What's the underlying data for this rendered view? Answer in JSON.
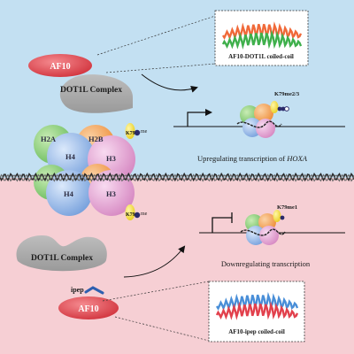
{
  "top_panel": {
    "af10_label": "AF10",
    "complex_label": "DOT1L Complex",
    "coil_caption": "AF10-DOT1L coiled-coil",
    "mark_label": "K79me2/3",
    "transcription_prefix": "Upregulating transcription of ",
    "transcription_gene": "HOXA"
  },
  "nucleosomes": {
    "top": {
      "h2a": "H2A",
      "h2b": "H2B",
      "h4": "H4",
      "h3": "H3",
      "k79": "K79",
      "mark": "me"
    },
    "bottom": {
      "h4": "H4",
      "h3": "H3",
      "k79": "K79",
      "mark": "me"
    }
  },
  "bottom_panel": {
    "complex_label": "DOT1L Complex",
    "ipep_label": "ipep",
    "af10_label": "AF10",
    "mark_label": "K79me1",
    "transcription_text": "Downregulating transcription",
    "coil_caption": "AF10-ipep coiled-coil"
  },
  "colors": {
    "top_bg": "#c3e0f2",
    "bottom_bg": "#f6cfd4",
    "af10": "#e0454d",
    "dot1l": "#a8a8a8",
    "h2a": "#8ccd78",
    "h2b": "#f3a35a",
    "h4": "#8fb6e8",
    "h3": "#e3a3d2",
    "k79": "#f1dc3a",
    "methyl": "#2a2a6a",
    "coil_orange": "#f06a3a",
    "coil_green": "#3fb04c",
    "coil_blue": "#4a8fd8",
    "coil_red": "#e2414d"
  }
}
